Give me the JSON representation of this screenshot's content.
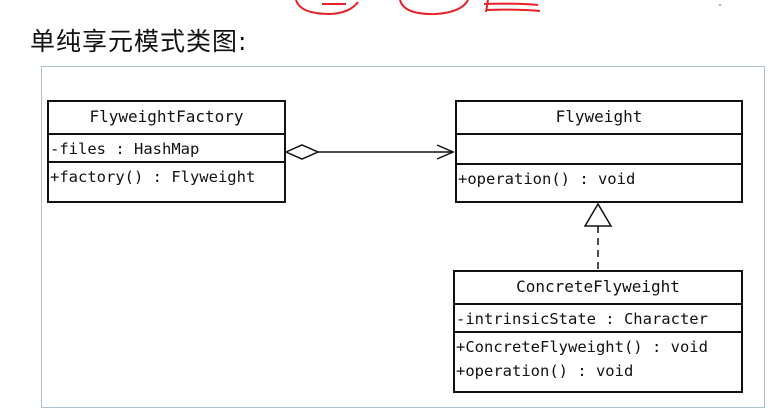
{
  "heading": "单纯享元模式类图:",
  "colors": {
    "frame_border": "#a9c3d1",
    "ink": "#111111",
    "top_marks": "#e8202a"
  },
  "classes": {
    "factory": {
      "name": "FlyweightFactory",
      "attributes": [
        "-files : HashMap"
      ],
      "operations": [
        "+factory() : Flyweight"
      ]
    },
    "flyweight": {
      "name": "Flyweight",
      "attributes": [],
      "operations": [
        "+operation() : void"
      ]
    },
    "concrete": {
      "name": "ConcreteFlyweight",
      "attributes": [
        "-intrinsicState : Character"
      ],
      "operations": [
        "+ConcreteFlyweight() : void",
        "+operation() : void"
      ]
    }
  },
  "relations": [
    {
      "kind": "aggregation",
      "from": "FlyweightFactory",
      "to": "Flyweight"
    },
    {
      "kind": "realization",
      "from": "ConcreteFlyweight",
      "to": "Flyweight"
    }
  ]
}
